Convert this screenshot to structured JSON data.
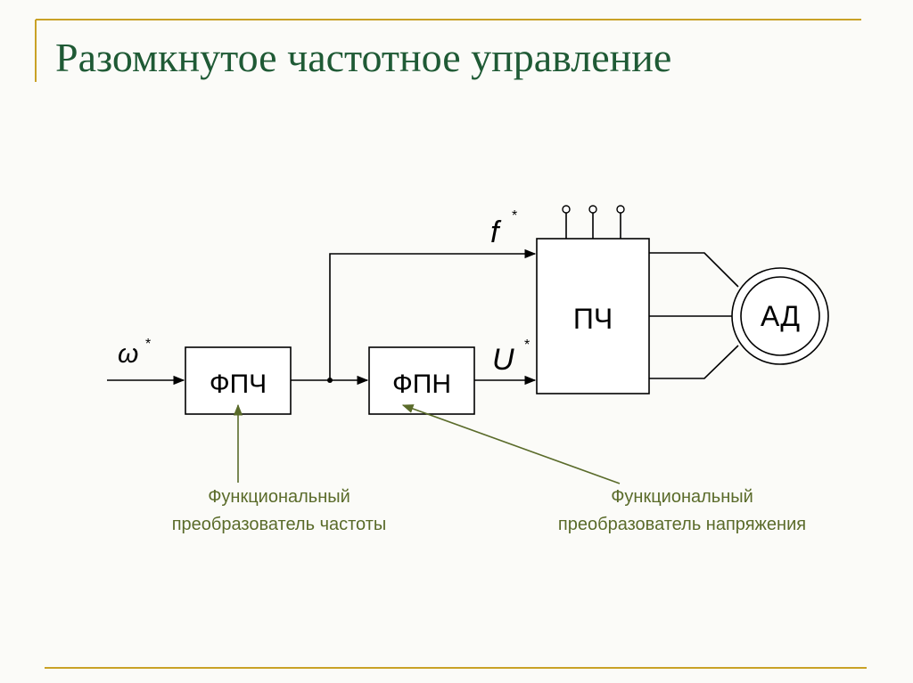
{
  "slide": {
    "title": "Разомкнутое частотное управление"
  },
  "diagram": {
    "input_symbol": "ω",
    "input_superscript": "*",
    "blocks": {
      "fpch": "ФПЧ",
      "fpn": "ФПН",
      "pch": "ПЧ",
      "ad": "АД"
    },
    "signals": {
      "frequency_symbol": "f",
      "frequency_superscript": "*",
      "voltage_symbol": "U",
      "voltage_superscript": "*"
    },
    "annotations": {
      "fpch_line1": "Функциональный",
      "fpch_line2": "преобразователь частоты",
      "fpn_line1": "Функциональный",
      "fpn_line2": "преобразователь напряжения"
    }
  },
  "colors": {
    "title": "#1f5a35",
    "accent_rule": "#c9a227",
    "annotation_text": "#5a6b2a",
    "annotation_arrow": "#5a6b2a",
    "diagram_lines": "#000000"
  }
}
